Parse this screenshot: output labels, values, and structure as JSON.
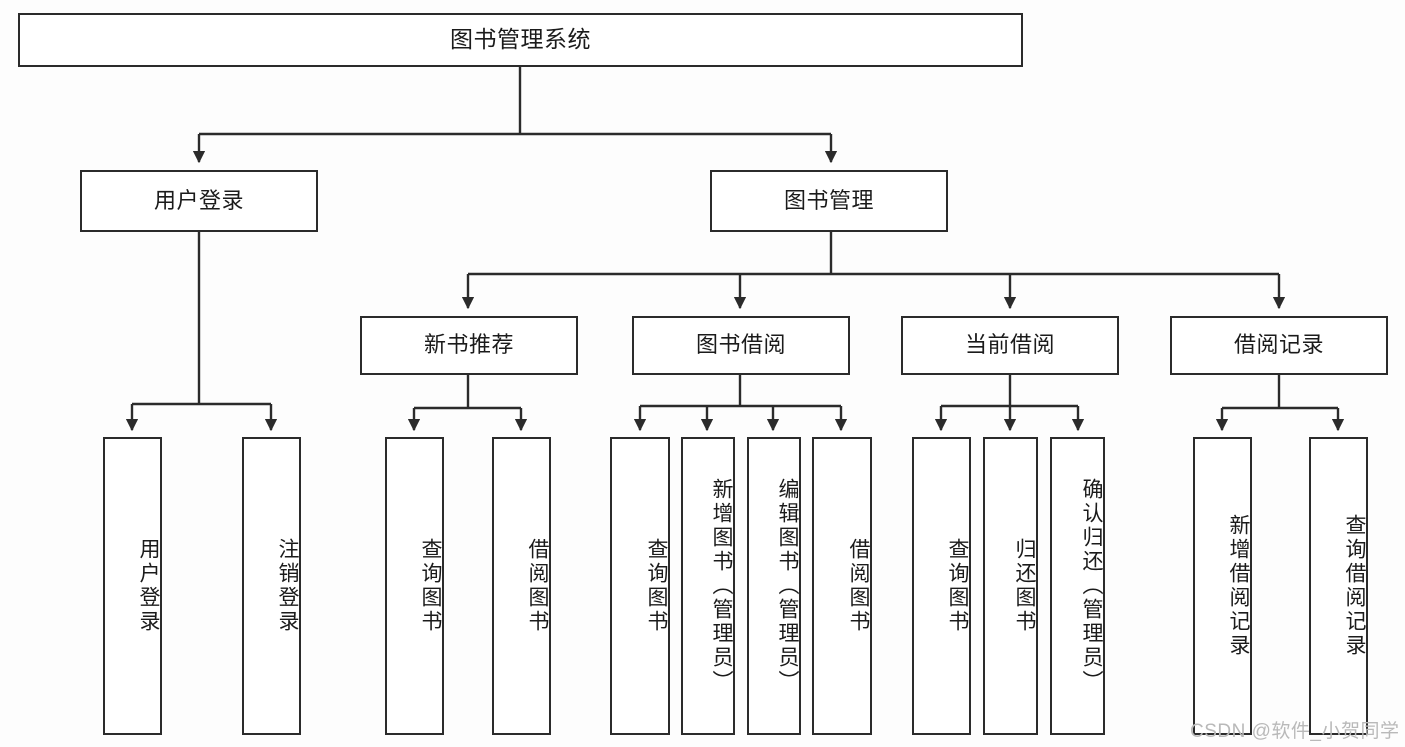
{
  "diagram": {
    "title": "图书管理系统",
    "type": "hierarchy-tree",
    "watermark": "CSDN @软件_小贺同学",
    "theme": {
      "stroke": "#2b2b2b",
      "fill": "#ffffff",
      "background": "#fdfdfd",
      "text": "#1b1b1b",
      "watermark_color": "#b9b9b9"
    },
    "nodes": {
      "root": {
        "label": "图书管理系统"
      },
      "level2": [
        {
          "id": "user-login",
          "label": "用户登录"
        },
        {
          "id": "book-management",
          "label": "图书管理"
        }
      ],
      "level3": [
        {
          "id": "new-book-recommend",
          "label": "新书推荐"
        },
        {
          "id": "book-borrow",
          "label": "图书借阅"
        },
        {
          "id": "current-borrow",
          "label": "当前借阅"
        },
        {
          "id": "borrow-record",
          "label": "借阅记录"
        }
      ],
      "leaves": {
        "user-login": [
          {
            "id": "leaf-user-login",
            "label": "用户登录"
          },
          {
            "id": "leaf-logout",
            "label": "注销登录"
          }
        ],
        "new-book-recommend": [
          {
            "id": "leaf-query-book-1",
            "label": "查询图书"
          },
          {
            "id": "leaf-borrow-book-1",
            "label": "借阅图书"
          }
        ],
        "book-borrow": [
          {
            "id": "leaf-query-book-2",
            "label": "查询图书"
          },
          {
            "id": "leaf-add-book",
            "label": "新增图书（管理员）"
          },
          {
            "id": "leaf-edit-book",
            "label": "编辑图书（管理员）"
          },
          {
            "id": "leaf-borrow-book-2",
            "label": "借阅图书"
          }
        ],
        "current-borrow": [
          {
            "id": "leaf-query-book-3",
            "label": "查询图书"
          },
          {
            "id": "leaf-return-book",
            "label": "归还图书"
          },
          {
            "id": "leaf-confirm-return",
            "label": "确认归还（管理员）"
          }
        ],
        "borrow-record": [
          {
            "id": "leaf-add-record",
            "label": "新增借阅记录"
          },
          {
            "id": "leaf-query-record",
            "label": "查询借阅记录"
          }
        ]
      }
    }
  }
}
